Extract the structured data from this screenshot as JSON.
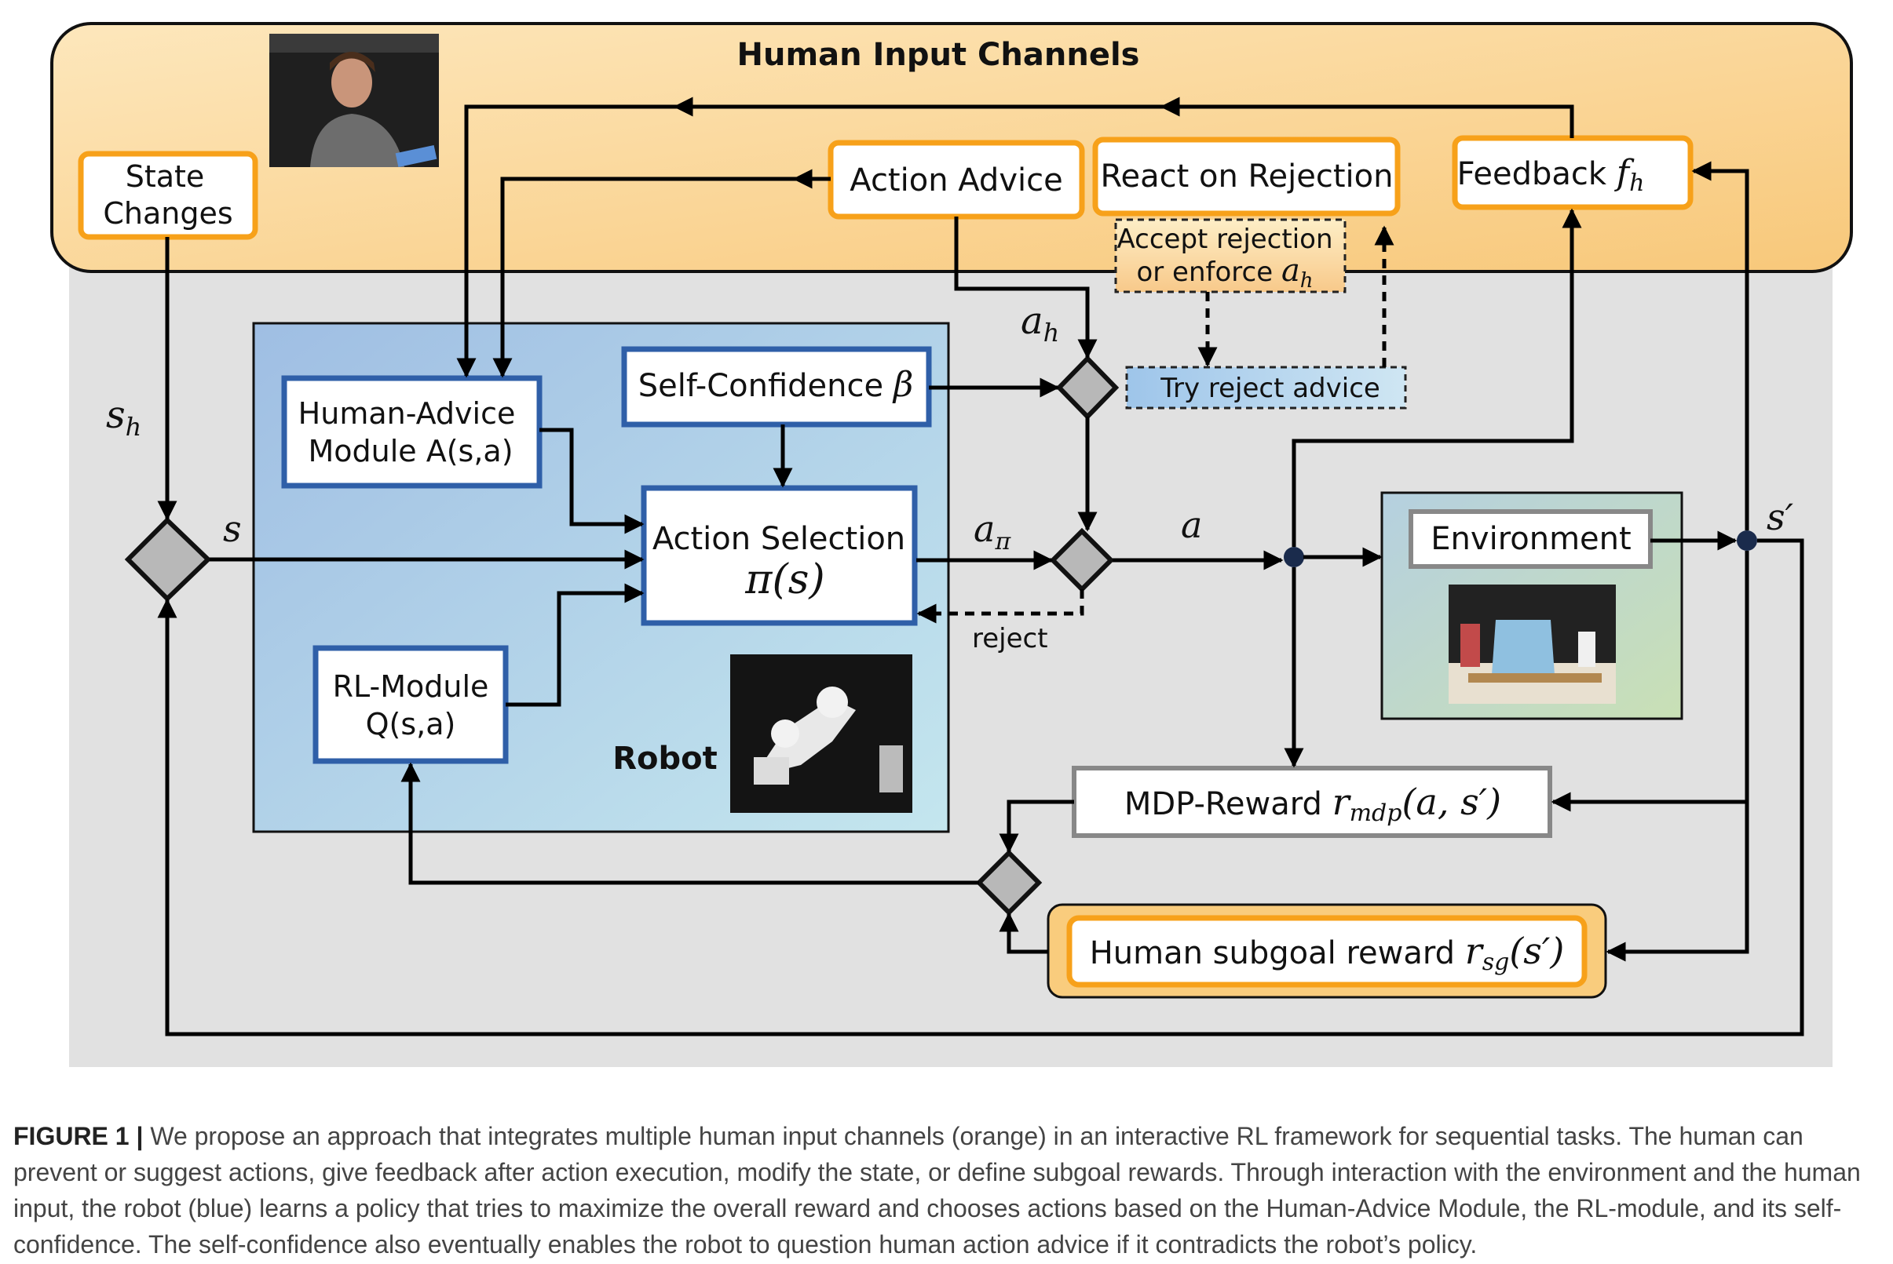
{
  "diagram": {
    "human_channels_title": "Human Input Channels",
    "state_changes": [
      "State",
      "Changes"
    ],
    "action_advice": "Action Advice",
    "react_on_rejection": "React on Rejection",
    "feedback": "Feedback",
    "feedback_symbol": "f",
    "feedback_sub": "h",
    "accept_rejection": [
      "Accept rejection",
      "or enforce"
    ],
    "accept_symbol": "a",
    "accept_sub": "h",
    "try_reject": "Try reject advice",
    "human_advice_module": [
      "Human-Advice",
      "Module A(s,a)"
    ],
    "self_confidence": "Self-Confidence",
    "self_confidence_symbol": "β",
    "action_selection": "Action Selection",
    "action_selection_math": "π(s)",
    "rl_module": [
      "RL-Module",
      "Q(s,a)"
    ],
    "robot_label": "Robot",
    "environment": "Environment",
    "mdp_reward": "MDP-Reward",
    "mdp_symbol": "r",
    "mdp_sub": "mdp",
    "mdp_args": "(a, s′)",
    "subgoal_reward": "Human subgoal reward",
    "sg_symbol": "r",
    "sg_sub": "sg",
    "sg_args": "(s′)",
    "reject_label": "reject",
    "sym_sh": "s",
    "sym_sh_sub": "h",
    "sym_s": "s",
    "sym_ah": "a",
    "sym_ah_sub": "h",
    "sym_api": "a",
    "sym_api_sub": "π",
    "sym_a": "a",
    "sym_sprime": "s′"
  },
  "colors": {
    "orange_panel": "#fbd9a0",
    "orange_border": "#f7a11a",
    "blue_border": "#2f5fa8",
    "robot_panel": "#a9cbe8",
    "env_panel": "#c2dbb8",
    "gray_panel": "#e2e2e2"
  },
  "caption": {
    "lead": "FIGURE 1 |",
    "text": " We propose an approach that integrates multiple human input channels (orange) in an interactive RL framework for sequential tasks. The human can prevent or suggest actions, give feedback after action execution, modify the state, or define subgoal rewards. Through interaction with the environment and the human input, the robot (blue) learns a policy that tries to maximize the overall reward and chooses actions based on the Human-Advice Module, the RL-module, and its self-confidence. The self-confidence also eventually enables the robot to question human action advice if it contradicts the robot’s policy."
  }
}
